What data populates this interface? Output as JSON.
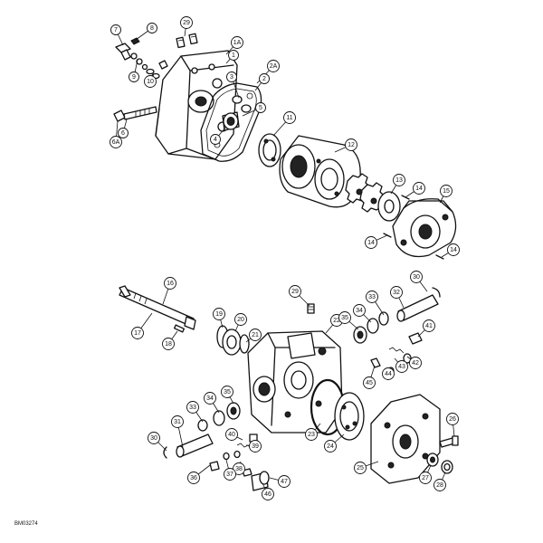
{
  "callouts": [
    "7",
    "8",
    "29",
    "1A",
    "1",
    "9",
    "10",
    "3",
    "2A",
    "2",
    "5",
    "6A",
    "6",
    "4",
    "11",
    "12",
    "13",
    "14",
    "15",
    "14",
    "14",
    "16",
    "17",
    "18",
    "19",
    "20",
    "21",
    "29",
    "22",
    "35",
    "34",
    "33",
    "32",
    "30",
    "41",
    "42",
    "43",
    "44",
    "45",
    "33",
    "34",
    "35",
    "31",
    "30",
    "40",
    "39",
    "38",
    "36",
    "37",
    "46",
    "47",
    "23",
    "24",
    "25",
    "26",
    "27",
    "28"
  ],
  "figure_ref": "BM03274"
}
